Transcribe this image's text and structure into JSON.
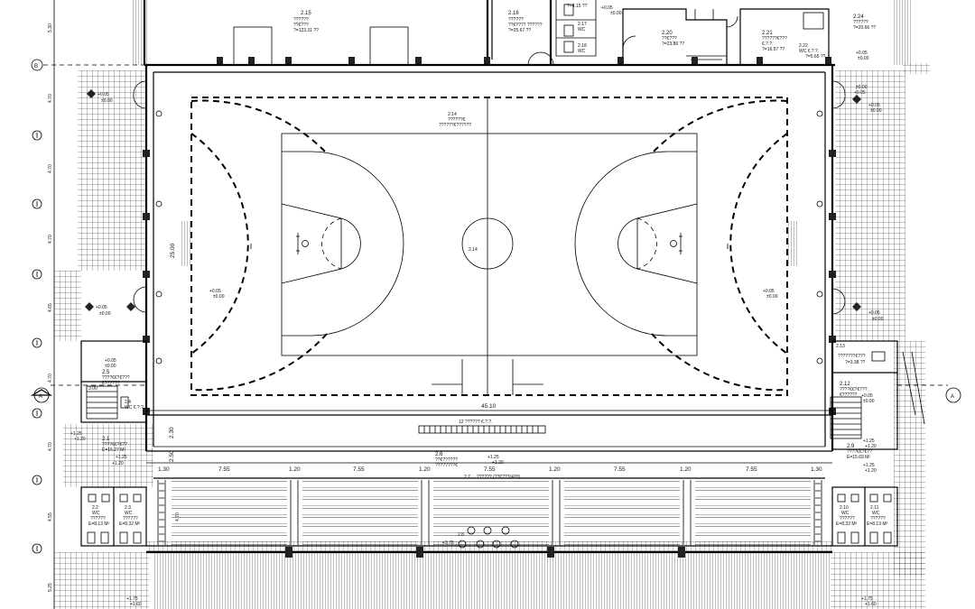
{
  "axis_labels": {
    "row_b": "B",
    "section_a_left": "A",
    "section_a_right": "A"
  },
  "left_dimensions": [
    "5.30",
    "4.70",
    "4.70",
    "4.70",
    "4.65",
    "4.70",
    "4.70",
    "4.55",
    "5.25"
  ],
  "court": {
    "room_code": "2.14",
    "room_name_line1": "??????€",
    "room_name_line2": "??????€??????",
    "width_dim": "25.00",
    "length_dim": "45.10",
    "level_left": "+0.05",
    "level_left_base": "±0.00",
    "level_right": "+0.05",
    "level_right_base": "±0.00",
    "bench_note": "12 ?????? €.?.?."
  },
  "top_rooms": [
    {
      "code": "2.15",
      "line1": "??????",
      "line2": "??€???",
      "area": "?=123.31 ??"
    },
    {
      "code": "2.16",
      "line1": "??????",
      "line2": "??€???? ??????",
      "area": "?=25.67 ??"
    },
    {
      "code": "2.17",
      "line1": "WC",
      "line2": "",
      "area": "?=4.15 ??"
    },
    {
      "code": "2.18",
      "line1": "WC",
      "line2": "",
      "area": ""
    },
    {
      "code": "2.20",
      "line1": "??€???",
      "line2": "",
      "area": "?=23.86 ??"
    },
    {
      "code": "2.21",
      "line1": "??????€???",
      "line2": "€.?.?.",
      "area": "?=16.57 ??"
    },
    {
      "code": "2.22",
      "line1": "WC €.?.?.",
      "line2": "",
      "area": "?=5.65 ??"
    },
    {
      "code": "2.24",
      "line1": "??????",
      "line2": "",
      "area": "?=20.66 ??"
    }
  ],
  "top_level": {
    "value": "+0.05",
    "base": "±0.00"
  },
  "side_levels": [
    {
      "value": "+0.05",
      "base": "±0.00"
    },
    {
      "value": "+0.05",
      "base": "±0.00"
    },
    {
      "value": "+0.05",
      "base": "±0.00"
    },
    {
      "value": "+0.05",
      "base": "±0.00"
    },
    {
      "value": "+0.05",
      "base": "±0.00"
    },
    {
      "value": "+0.05",
      "base": "±0.00"
    }
  ],
  "left_rooms": {
    "r25_code": "2.5",
    "r25_line1": "????€€?€???",
    "r25_line2": "€??????",
    "r25_level": "+0.05",
    "r25_base": "±0.00",
    "r24_code": "2.4",
    "r24_line1": "WC €.?.?.",
    "r21_code": "2.1",
    "r21_line1": "????€€?€??",
    "r21_area": "E=16.27 M²",
    "r21_level": "+1.25",
    "r21_base": "+1.20",
    "r21_level2": "+1.25",
    "r21_base2": "+1.20",
    "r22_code": "2.2",
    "r22_line1": "WC",
    "r22_line2": "??????",
    "r22_area": "E=8.13 M²",
    "r23_code": "2.3",
    "r23_line1": "WC",
    "r23_line2": "??????",
    "r23_area": "E=8.32 M²",
    "bottom_level": "+1.75",
    "bottom_base": "+1.60",
    "stair_dim": "3.00"
  },
  "right_rooms": {
    "r213_code": "2.13",
    "r213_line1": "???????€???",
    "r213_area": "?=3.38 ??",
    "r212_code": "2.12",
    "r212_line1": "????€€?€???",
    "r212_line2": "€??????",
    "r212_level": "+0.05",
    "r212_base": "±0.00",
    "r29_code": "2.9",
    "r29_line1": "????€€?€??",
    "r29_area": "E=15.69 M²",
    "r29_level": "+1.25",
    "r29_base": "+1.20",
    "r29_level2": "+1.25",
    "r29_base2": "+1.20",
    "r210_code": "2.10",
    "r210_line1": "WC",
    "r210_line2": "??????",
    "r210_area": "E=8.32 M²",
    "r211_code": "2.11",
    "r211_line1": "WC",
    "r211_line2": "??????",
    "r211_area": "E=8.13 M²",
    "bottom_level": "+1.75",
    "bottom_base": "+1.60"
  },
  "stands": {
    "r26_code": "2.6",
    "r26_line1": "??€??????",
    "r26_line2": "????????€",
    "r26_level": "+1.25",
    "r26_base": "+1.20",
    "r27_code": "2.7",
    "r27_label": "?????? (??€???(420)",
    "r28_code": "2.8",
    "r28_level": "+3.75",
    "bay_dims": [
      "1.30",
      "7.55",
      "1.20",
      "7.55",
      "1.20",
      "7.55",
      "1.20",
      "7.55",
      "1.20",
      "7.55",
      "1.30"
    ],
    "side_dims": [
      "2.30",
      "2.50",
      "4.70"
    ]
  }
}
